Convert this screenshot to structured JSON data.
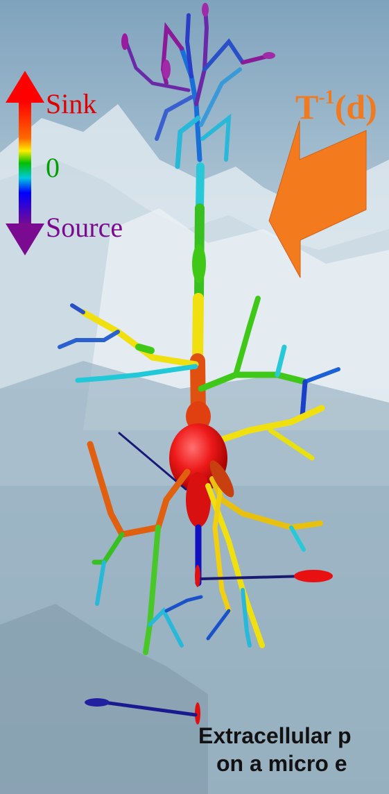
{
  "legend": {
    "top_label": "Sink",
    "mid_label": "0",
    "bottom_label": "Source",
    "top_color": "#ff0000",
    "mid_color": "#00b400",
    "bottom_color": "#7a0a90"
  },
  "transform_label": {
    "prefix": "T",
    "superscript": "-1",
    "suffix": "(d)",
    "color": "#f07a20"
  },
  "caption": {
    "line1": "Extracellular p",
    "line2": "on a micro e"
  },
  "colors": {
    "sky": "#9fb9c9",
    "arrow": "#f47a1e",
    "soma": "#e81010",
    "axon": "#101060"
  }
}
